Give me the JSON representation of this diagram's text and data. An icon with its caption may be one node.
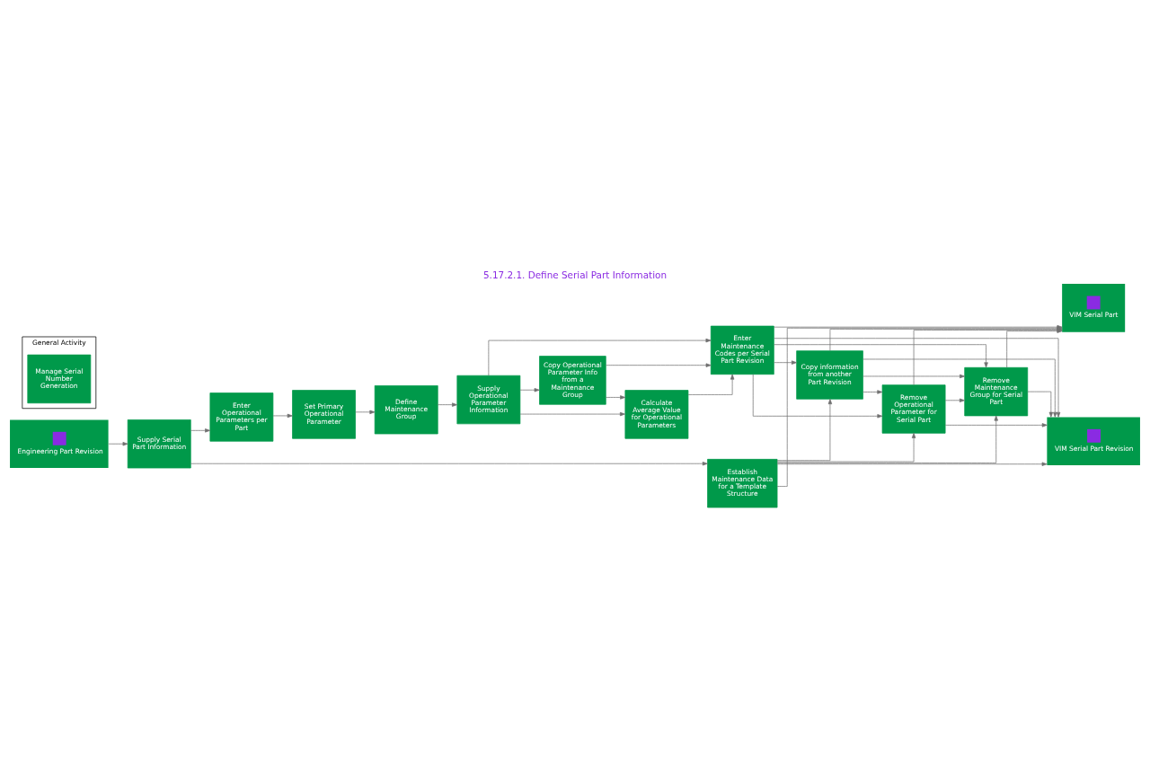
{
  "diagram": {
    "title": "5.17.2.1. Define Serial Part Information",
    "nodes": [
      {
        "text": [
          "Engineering Part Revision"
        ]
      },
      {
        "text": [
          "Supply Serial Part Information"
        ]
      },
      {
        "text": [
          "Enter Operational Parameters per Part"
        ]
      },
      {
        "text": [
          "Set Primary Operational Parameter"
        ]
      },
      {
        "text": [
          "Define Maintenance Group"
        ]
      },
      {
        "text": [
          "Supply Operational Parameter Information"
        ]
      },
      {
        "text": [
          "Enter Maintenance Codes per Serial Part Revision"
        ]
      },
      {
        "text": [
          "Establish Maintenance Data for a Template Structure"
        ]
      },
      {
        "text": [
          "Copy Operational Parameter Info from a Maintenance Group"
        ]
      },
      {
        "text": [
          "Calculate Average Value for Operational Parameters"
        ]
      },
      {
        "text": [
          "Copy information from another Part Revision"
        ]
      },
      {
        "text": [
          "Remove Operational Parameter for Serial Part"
        ]
      },
      {
        "text": [
          "Remove Maintenance Group for Serial Part"
        ]
      },
      {
        "text": [
          "VIM Serial Part Revision"
        ]
      },
      {
        "text": [
          "VIM Serial Part"
        ]
      },
      {
        "text": [
          "General Activity"
        ]
      },
      {
        "text": [
          "Manage Serial Number Generation"
        ],
        "in": 15
      }
    ],
    "edges": [
      {
        "from": 0,
        "to": 1,
        "arrow": "to"
      },
      {
        "from": 1,
        "to": 2,
        "arrow": "to"
      },
      {
        "from": 1,
        "to": 7,
        "arrow": "to"
      },
      {
        "from": 2,
        "to": 3,
        "arrow": "to"
      },
      {
        "from": 3,
        "to": 4,
        "arrow": "to"
      },
      {
        "from": 4,
        "to": 5,
        "arrow": "to"
      },
      {
        "from": 5,
        "to": 6,
        "arrow": "to"
      },
      {
        "from": 5,
        "to": 8,
        "arrow": "to"
      },
      {
        "from": 5,
        "to": 9,
        "arrow": "to"
      },
      {
        "from": 8,
        "to": 6,
        "arrow": "to"
      },
      {
        "from": 8,
        "to": 9,
        "arrow": "to"
      },
      {
        "from": 9,
        "to": 6,
        "arrow": "to"
      },
      {
        "from": 6,
        "to": 10,
        "arrow": "to"
      },
      {
        "from": 6,
        "to": 11,
        "arrow": "to"
      },
      {
        "from": 6,
        "to": 12,
        "arrow": "to"
      },
      {
        "from": 6,
        "to": 13,
        "arrow": "to"
      },
      {
        "from": 6,
        "to": 14,
        "arrow": "to"
      },
      {
        "from": 7,
        "to": 10,
        "arrow": "to"
      },
      {
        "from": 7,
        "to": 11,
        "arrow": "to"
      },
      {
        "from": 7,
        "to": 12,
        "arrow": "to"
      },
      {
        "from": 7,
        "to": 13,
        "arrow": "to"
      },
      {
        "from": 7,
        "to": 14,
        "arrow": "to"
      },
      {
        "from": 10,
        "to": 11,
        "arrow": "to"
      },
      {
        "from": 10,
        "to": 12,
        "arrow": "to"
      },
      {
        "from": 10,
        "to": 13,
        "arrow": "to"
      },
      {
        "from": 10,
        "to": 14,
        "arrow": "to"
      },
      {
        "from": 11,
        "to": 12,
        "arrow": "to"
      },
      {
        "from": 11,
        "to": 13,
        "arrow": "to"
      },
      {
        "from": 11,
        "to": 14,
        "arrow": "to"
      },
      {
        "from": 12,
        "to": 13,
        "arrow": "to"
      },
      {
        "from": 12,
        "to": 14,
        "arrow": "to"
      }
    ]
  }
}
